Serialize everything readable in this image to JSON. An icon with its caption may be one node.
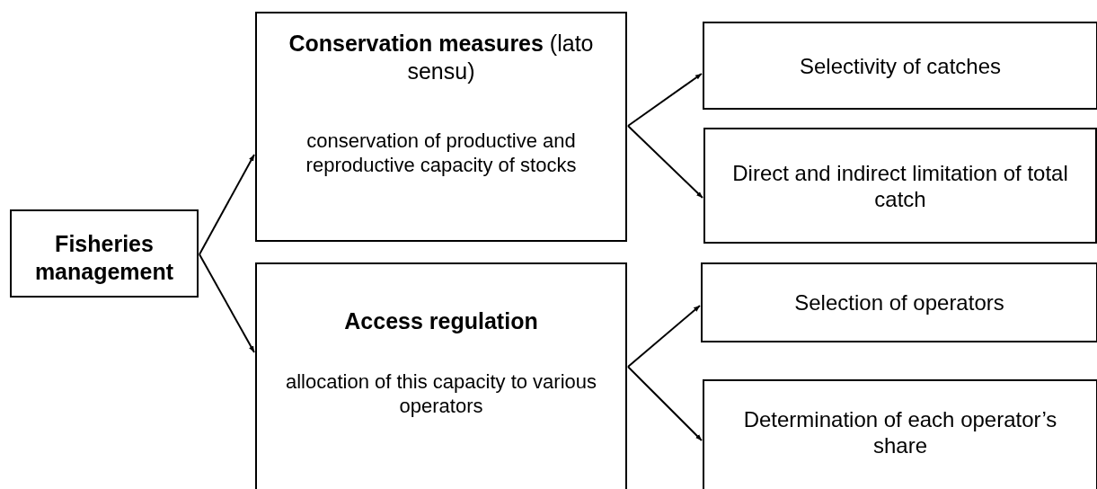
{
  "diagram": {
    "nodes": [
      {
        "text": [
          "Fisheries management"
        ]
      },
      {
        "text": [
          "**Conservation measures** (lato sensu)",
          "conservation of productive and reproductive capacity of stocks"
        ]
      },
      {
        "text": [
          "Access regulation",
          "allocation of this capacity to various operators"
        ]
      },
      {
        "text": [
          "Selectivity of catches"
        ]
      },
      {
        "text": [
          "Direct and indirect limitation of total catch"
        ]
      },
      {
        "text": [
          "Selection of operators"
        ]
      },
      {
        "text": [
          "Determination of each operator’s share"
        ]
      }
    ],
    "edges": [
      {
        "from": 0,
        "to": 1,
        "arrow": "to"
      },
      {
        "from": 0,
        "to": 2,
        "arrow": "to"
      },
      {
        "from": 1,
        "to": 3,
        "arrow": "to"
      },
      {
        "from": 1,
        "to": 4,
        "arrow": "to"
      },
      {
        "from": 2,
        "to": 5,
        "arrow": "to"
      },
      {
        "from": 2,
        "to": 6,
        "arrow": "to"
      }
    ]
  }
}
